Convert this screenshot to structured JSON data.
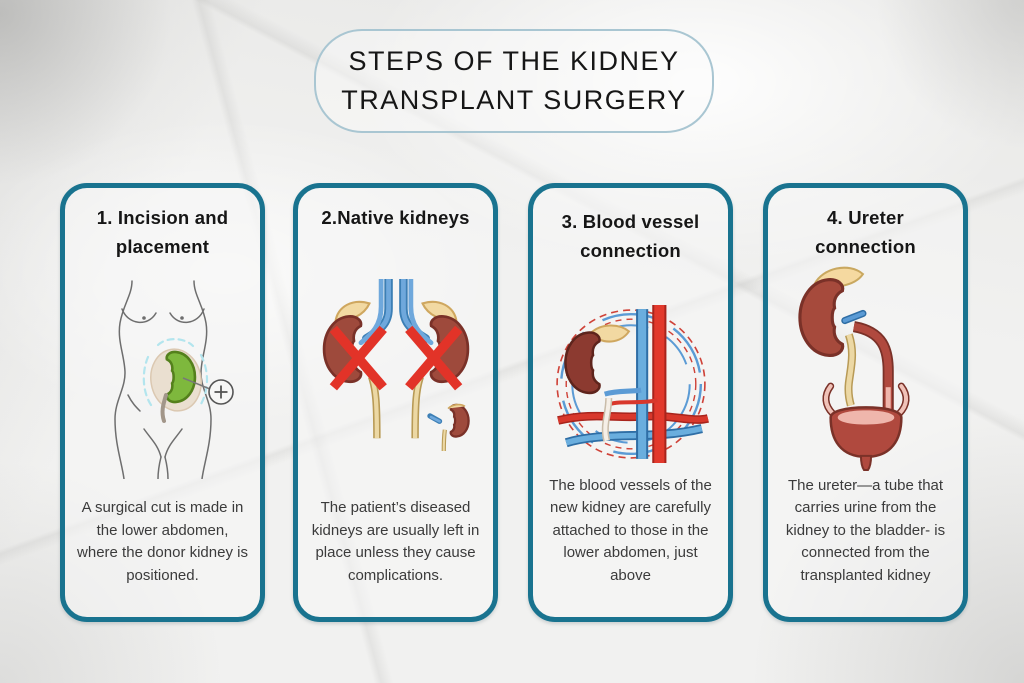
{
  "page": {
    "title_line1": "STEPS OF THE KIDNEY",
    "title_line2": "TRANSPLANT SURGERY"
  },
  "colors": {
    "card_border": "#19738f",
    "title_box_border": "#a9c6d2",
    "heading_text": "#161616",
    "body_text": "#3b3b3b",
    "background_paper": "#f1f1f0",
    "donor_kidney_green": "#7eb83d",
    "kidney_maroon": "#9e4a3c",
    "cross_red": "#e23328",
    "vein_blue": "#5b9bd5",
    "artery_red": "#d8382c",
    "adrenal_cream": "#f2d9a2",
    "ureter_tan": "#e9d29a",
    "bladder_red": "#b0493e"
  },
  "cards": [
    {
      "id": "incision-placement",
      "title_line1": "1. Incision and",
      "title_line2": "placement",
      "illustration": "torso-with-donor-kidney",
      "description": "A surgical cut is made in the lower abdomen, where the donor kidney is positioned."
    },
    {
      "id": "native-kidneys",
      "title_line1": "2.Native kidneys",
      "title_line2": "",
      "illustration": "crossed-out-native-kidneys",
      "description": "The patient’s diseased kidneys are usually left in place unless they cause complications."
    },
    {
      "id": "blood-vessel-connection",
      "title_line1": "3. Blood vessel",
      "title_line2": "connection",
      "illustration": "kidney-vessel-anastomosis",
      "description": "The blood vessels of the new kidney are carefully attached to those in the lower abdomen, just above"
    },
    {
      "id": "ureter-connection",
      "title_line1": "4. Ureter",
      "title_line2": "connection",
      "illustration": "kidney-ureter-bladder",
      "description": "The ureter—a tube that carries urine from the kidney to the bladder- is connected from the transplanted kidney"
    }
  ]
}
